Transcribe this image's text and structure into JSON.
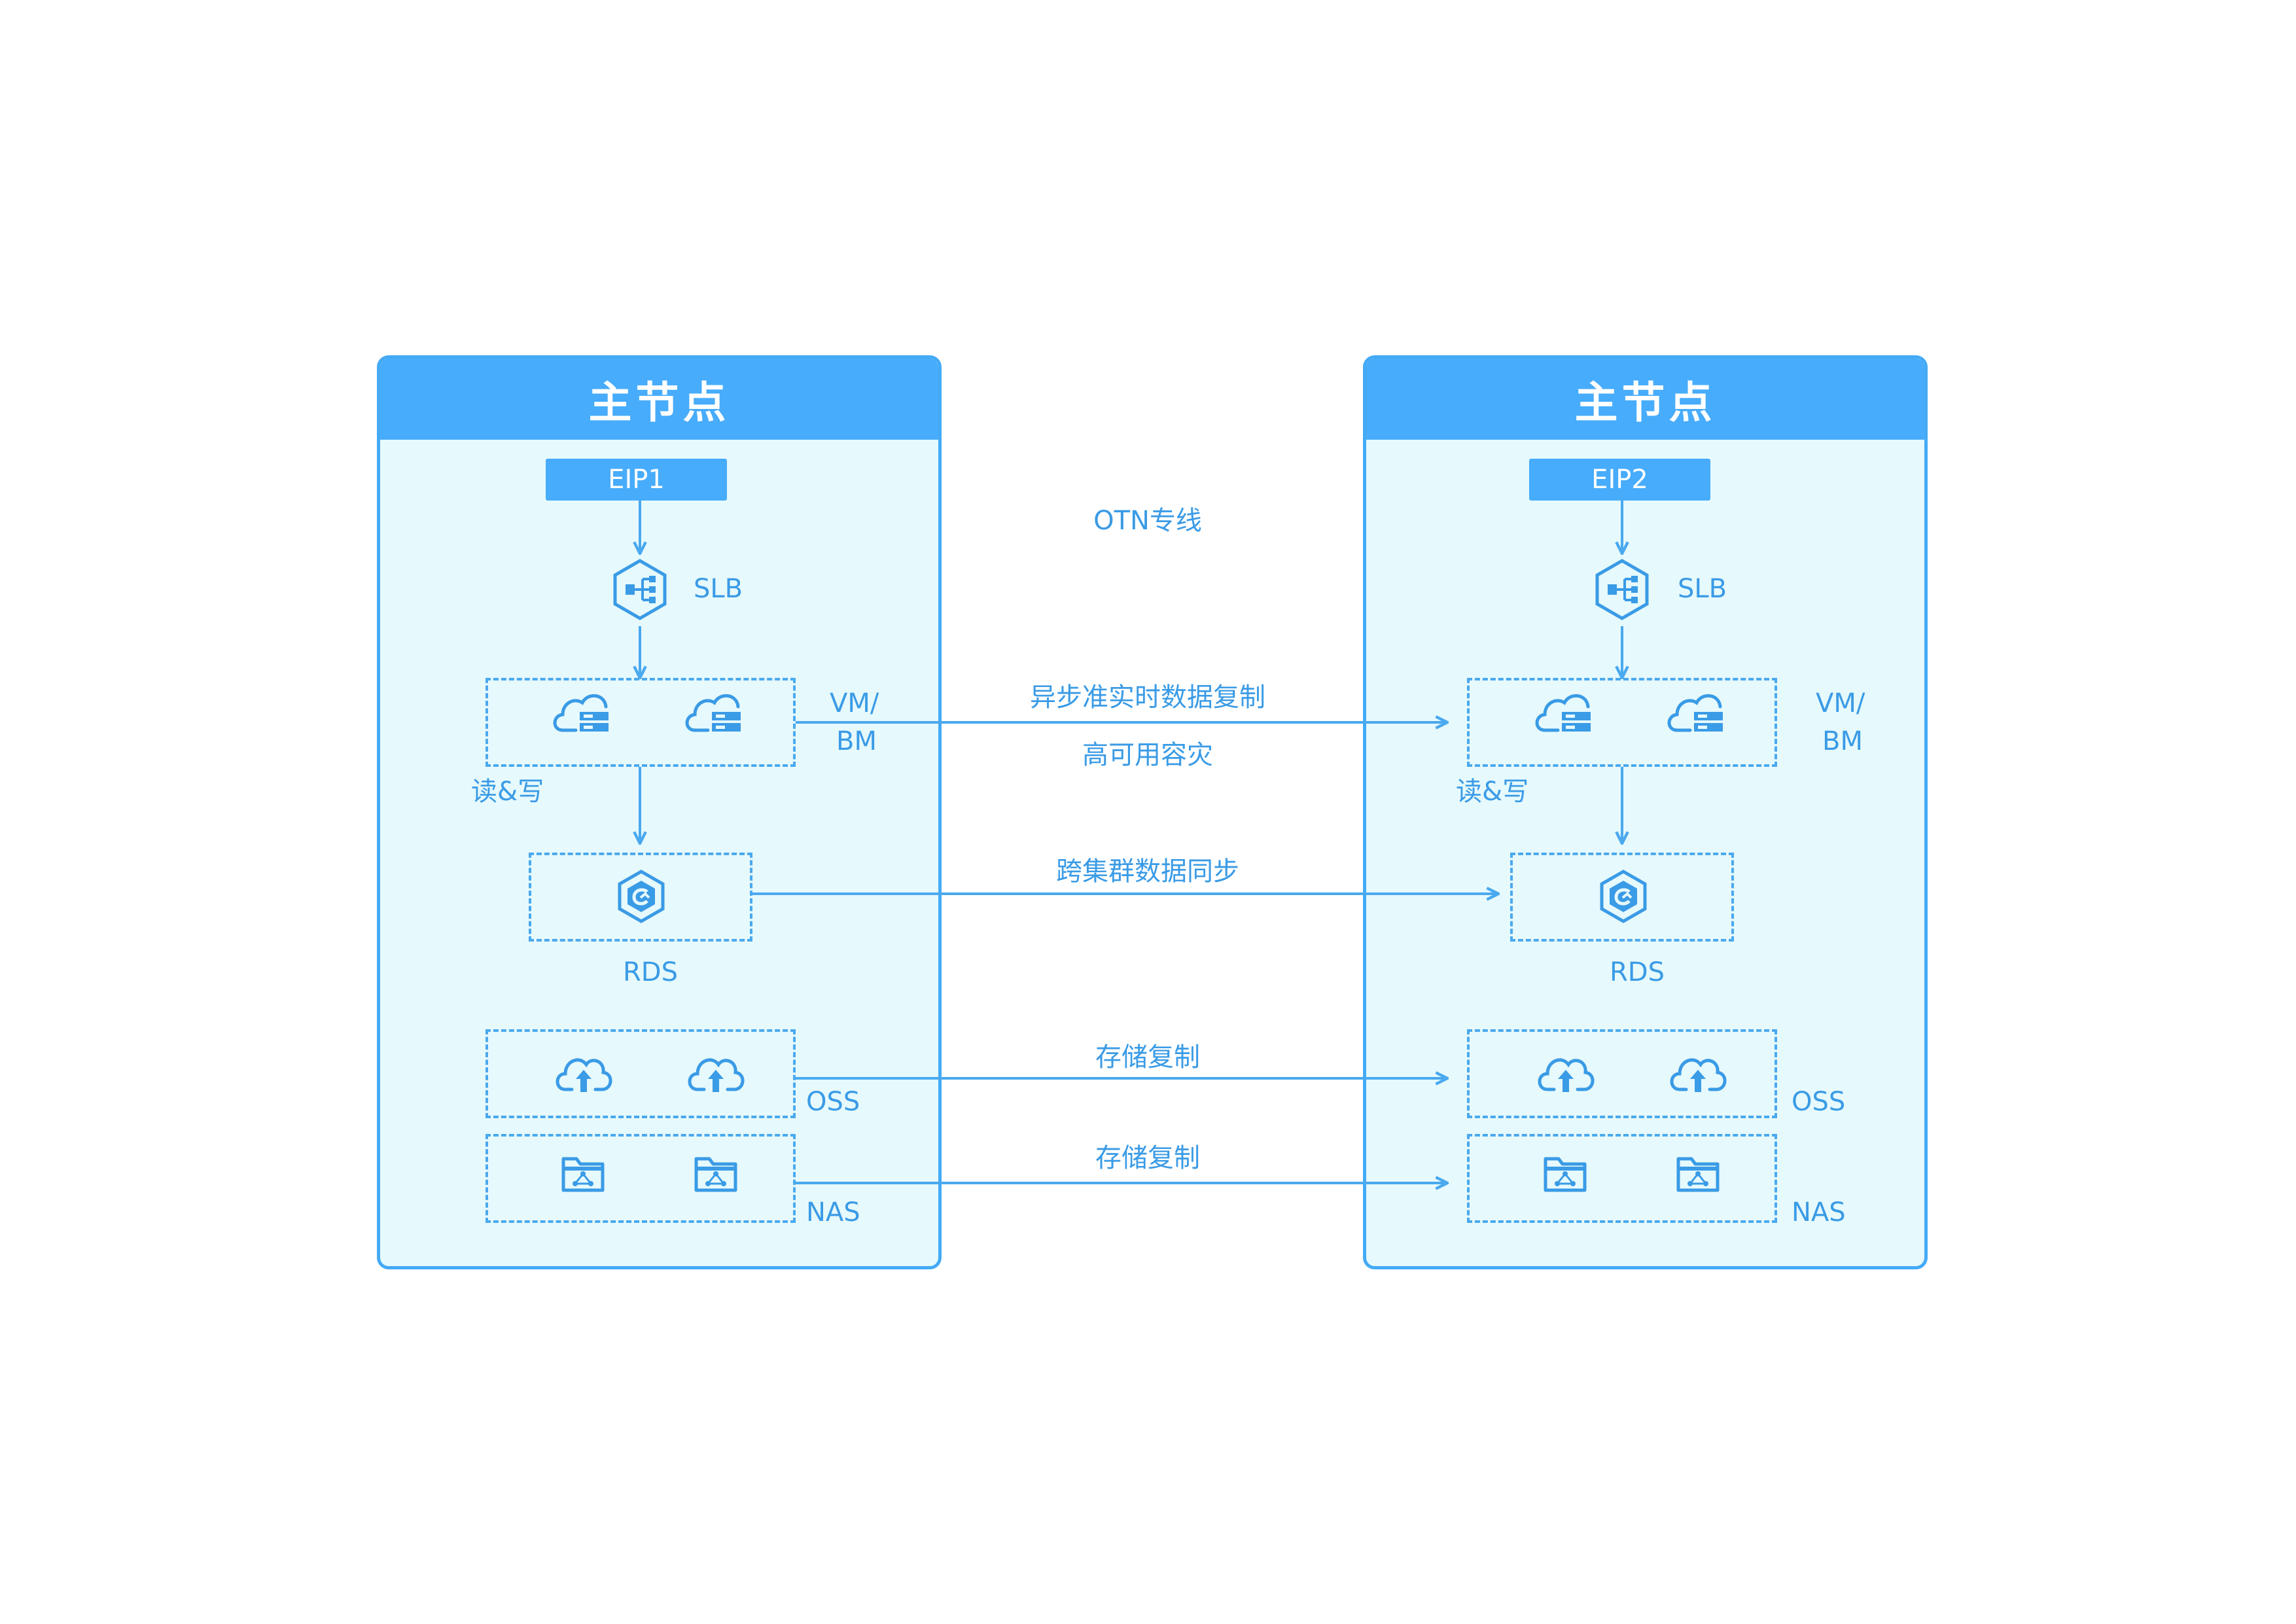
{
  "colors": {
    "panel_bg": "#e6f9fc",
    "accent": "#47acfb",
    "line": "#4aa9ef",
    "text": "#3a9be6"
  },
  "left": {
    "title": "主节点",
    "eip": "EIP1",
    "slb": "SLB",
    "vm_label_1": "VM/",
    "vm_label_2": "BM",
    "rw_label": "读&写",
    "rds": "RDS",
    "oss": "OSS",
    "nas": "NAS"
  },
  "right": {
    "title": "主节点",
    "eip": "EIP2",
    "slb": "SLB",
    "vm_label_1": "VM/",
    "vm_label_2": "BM",
    "rw_label": "读&写",
    "rds": "RDS",
    "oss": "OSS",
    "nas": "NAS"
  },
  "links": {
    "otn": "OTN专线",
    "vm_top": "异步准实时数据复制",
    "vm_bottom": "高可用容灾",
    "rds": "跨集群数据同步",
    "oss": "存储复制",
    "nas": "存储复制"
  },
  "icons": [
    "slb-hexagon-icon",
    "cloud-server-icon",
    "rds-hexagon-icon",
    "cloud-upload-icon",
    "nas-folder-icon"
  ]
}
